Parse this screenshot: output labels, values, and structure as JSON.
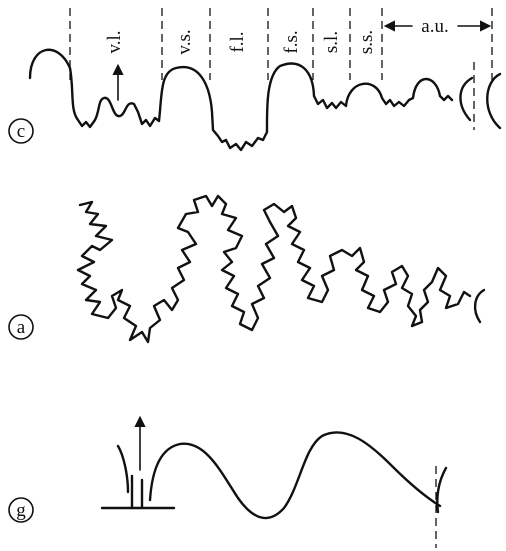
{
  "panels": {
    "c": {
      "letter": "c",
      "zones": [
        {
          "label": "v.l."
        },
        {
          "label": "v.s."
        },
        {
          "label": "f.l."
        },
        {
          "label": "f.s."
        },
        {
          "label": "s.l."
        },
        {
          "label": "s.s."
        },
        {
          "label": "a.u."
        }
      ]
    },
    "a": {
      "letter": "a"
    },
    "g": {
      "letter": "g"
    }
  }
}
